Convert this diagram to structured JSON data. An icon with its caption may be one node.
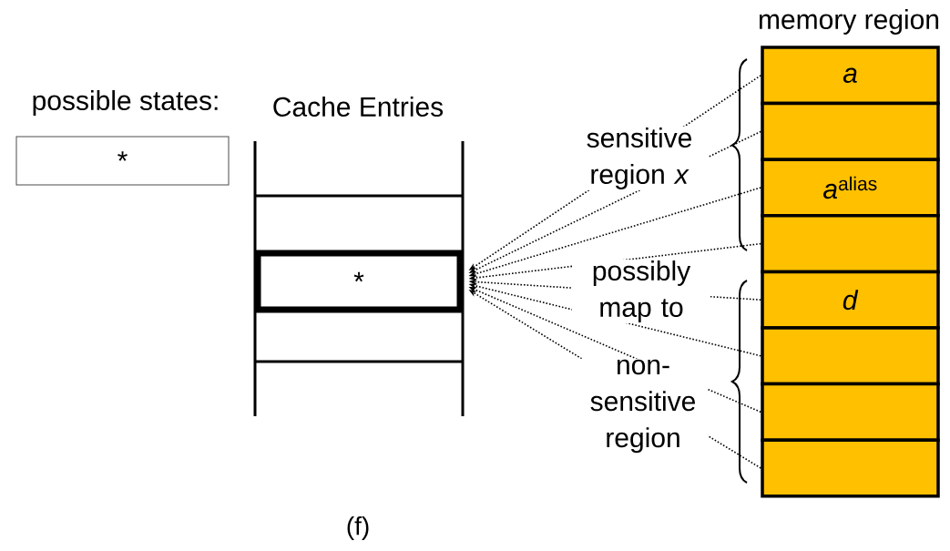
{
  "diagram": {
    "caption": "(f)",
    "nodes": [
      {
        "text": [
          "*"
        ],
        "beside": [
          "possible states:"
        ]
      },
      {
        "text": [
          "*"
        ]
      },
      {
        "text": [
          "*a*"
        ]
      },
      {
        "text": [],
        "shape": "box"
      },
      {
        "text": [
          "*a*$^{alias}$"
        ]
      },
      {
        "text": [],
        "shape": "box"
      },
      {
        "text": [
          "*d*"
        ]
      },
      {
        "text": [],
        "shape": "box"
      },
      {
        "text": [],
        "shape": "box"
      },
      {
        "text": [],
        "shape": "box"
      }
    ],
    "edges": [
      {
        "from": 2,
        "to": 1,
        "arrow": "to"
      },
      {
        "from": 3,
        "to": 1,
        "arrow": "to"
      },
      {
        "from": 4,
        "to": 1,
        "arrow": "to"
      },
      {
        "from": 5,
        "to": 1,
        "arrow": "to"
      },
      {
        "from": 6,
        "to": 1,
        "arrow": "to"
      },
      {
        "from": 7,
        "to": 1,
        "arrow": "to"
      },
      {
        "from": 8,
        "to": 1,
        "arrow": "to"
      },
      {
        "from": 9,
        "to": 1,
        "arrow": "to"
      }
    ],
    "labels": [
      "Cache Entries",
      "memory region",
      "sensitive region *x*",
      "possibly map to",
      "non-sensitive region"
    ]
  }
}
